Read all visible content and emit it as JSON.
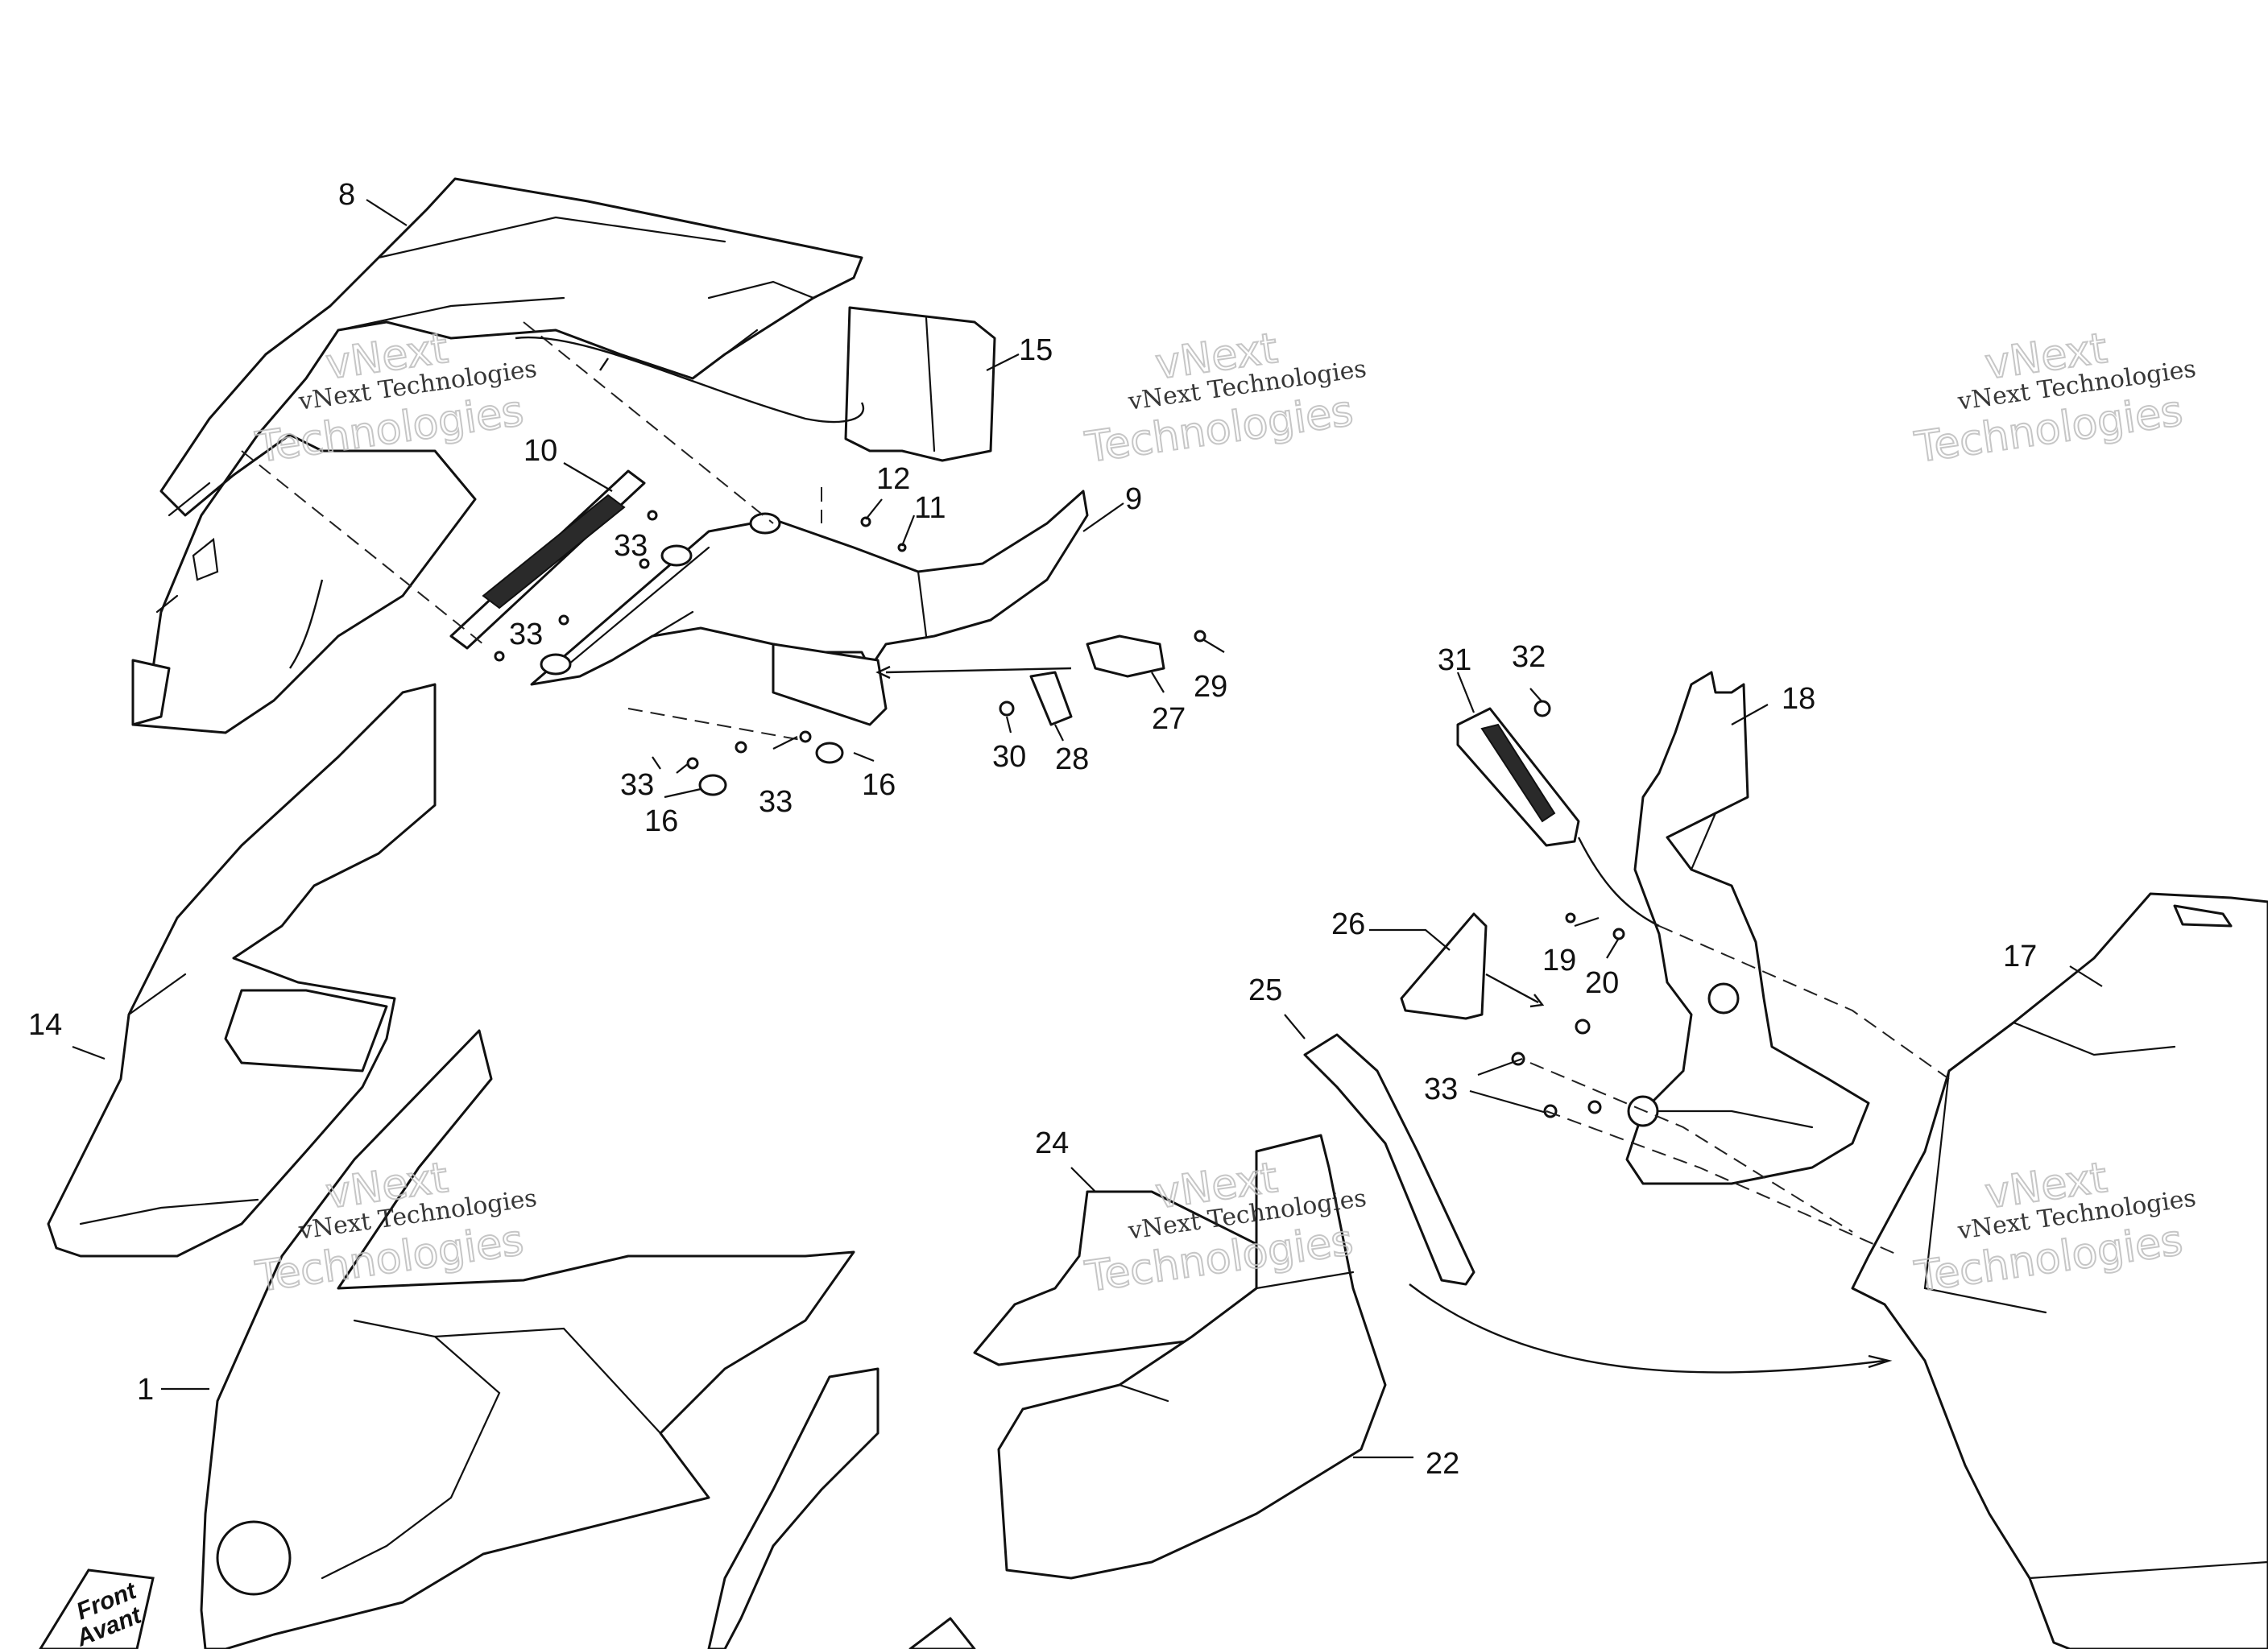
{
  "watermark": {
    "line1": "vNext",
    "line2": "vNext Technologies",
    "line3": "Technologies"
  },
  "front_logo": {
    "line1": "Front",
    "line2": "Avant"
  },
  "callouts": {
    "c1": "1",
    "c8": "8",
    "c9": "9",
    "c10": "10",
    "c11": "11",
    "c12": "12",
    "c14": "14",
    "c15": "15",
    "c16a": "16",
    "c16b": "16",
    "c17": "17",
    "c18": "18",
    "c19": "19",
    "c20": "20",
    "c22": "22",
    "c24": "24",
    "c25": "25",
    "c26": "26",
    "c27": "27",
    "c28": "28",
    "c29": "29",
    "c30": "30",
    "c31": "31",
    "c32": "32",
    "c33a": "33",
    "c33b": "33",
    "c33c": "33",
    "c33d": "33",
    "c33e": "33"
  }
}
